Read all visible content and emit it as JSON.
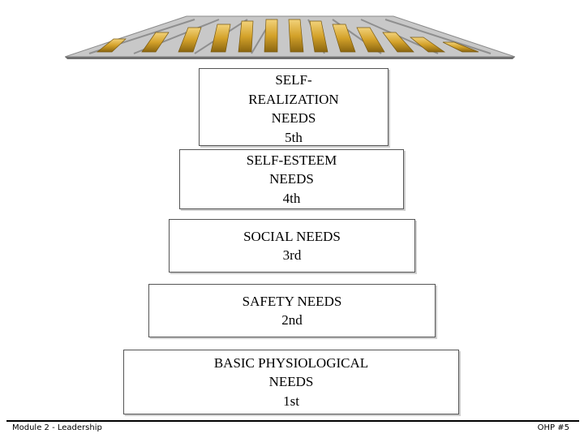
{
  "colors": {
    "title_gold": "#d4a22a",
    "title_grey": "#9a9a9a",
    "box_border": "#555555"
  },
  "pyramid": [
    {
      "id": "b5",
      "lines": [
        "SELF-",
        "REALIZATION",
        "NEEDS",
        "5th"
      ]
    },
    {
      "id": "b4",
      "lines": [
        "SELF-ESTEEM",
        "NEEDS",
        "4th"
      ]
    },
    {
      "id": "b3",
      "lines": [
        "SOCIAL NEEDS",
        "3rd"
      ]
    },
    {
      "id": "b2",
      "lines": [
        "SAFETY NEEDS",
        "2nd"
      ]
    },
    {
      "id": "b1",
      "lines": [
        "BASIC PHYSIOLOGICAL",
        "NEEDS",
        "1st"
      ]
    }
  ],
  "footer": {
    "left": "Module 2 - Leadership",
    "right": "OHP #5"
  }
}
